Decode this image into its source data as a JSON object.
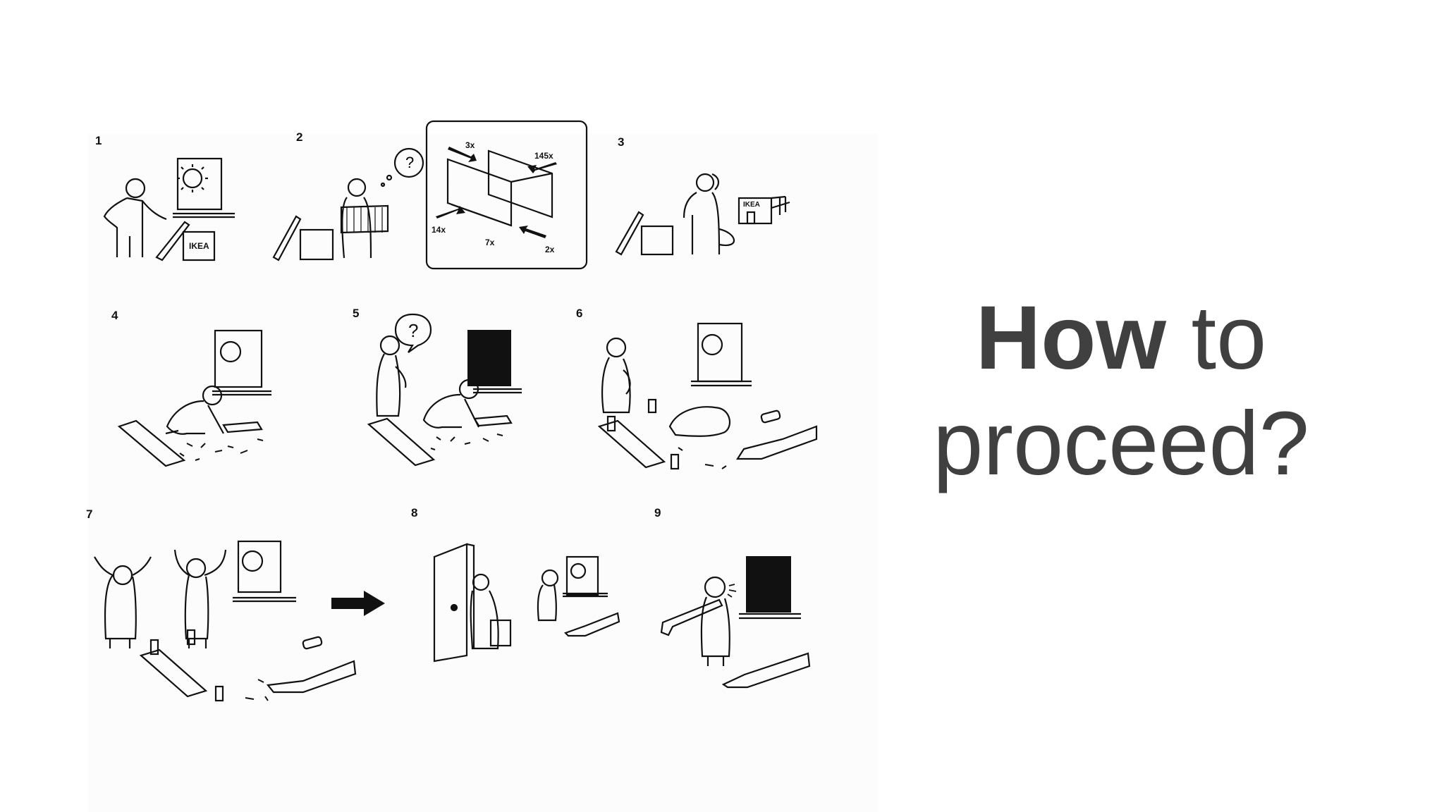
{
  "title": {
    "bold": "How",
    "rest": " to",
    "line2": "proceed?"
  },
  "steps": [
    "1",
    "2",
    "3",
    "4",
    "5",
    "6",
    "7",
    "8",
    "9"
  ],
  "labels": {
    "box_brand": "IKEA",
    "shop_sign": "IKEA",
    "parts": [
      "3x",
      "145x",
      "14x",
      "7x",
      "2x"
    ]
  },
  "icons": [
    "sun-icon",
    "moon-icon",
    "question-bubble-icon",
    "arrow-right-icon",
    "rifle-icon",
    "door-icon"
  ]
}
